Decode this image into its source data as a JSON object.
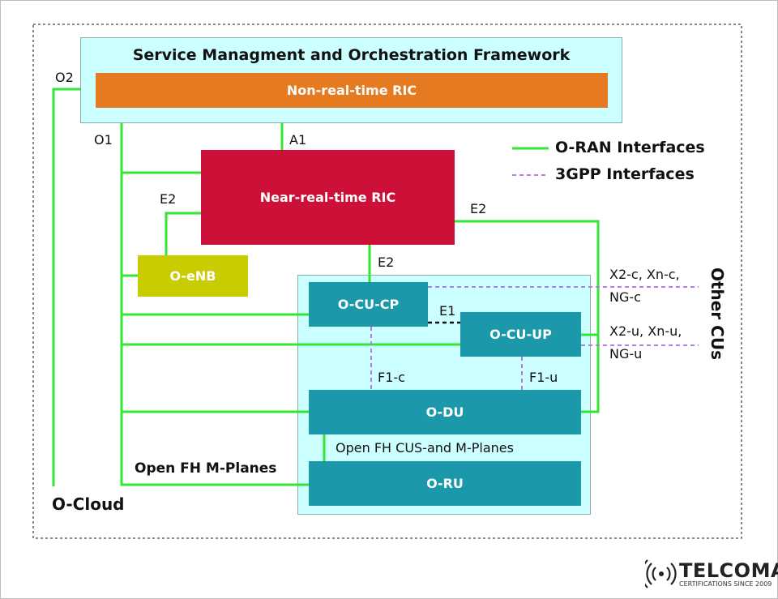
{
  "diagram": {
    "framework_title": "Service Managment and Orchestration Framework",
    "non_rt_ric": "Non-real-time RIC",
    "near_rt_ric": "Near-real-time RIC",
    "o_enb": "O-eNB",
    "o_cu_cp": "O-CU-CP",
    "o_cu_up": "O-CU-UP",
    "o_du": "O-DU",
    "o_ru": "O-RU",
    "o_cloud": "O-Cloud",
    "other_cus": "Other CUs"
  },
  "interfaces": {
    "o2": "O2",
    "o1": "O1",
    "a1": "A1",
    "e2_left": "E2",
    "e2_right": "E2",
    "e2_bottom": "E2",
    "e1": "E1",
    "f1c": "F1-c",
    "f1u": "F1-u",
    "xnc_line1": "X2-c, Xn-c,",
    "xnc_line2": "NG-c",
    "xnu_line1": "X2-u, Xn-u,",
    "xnu_line2": "NG-u",
    "open_fh_cus": "Open FH CUS-and M-Planes",
    "open_fh_m": "Open FH M-Planes"
  },
  "legend": {
    "oran": "O-RAN Interfaces",
    "threegpp": "3GPP Interfaces"
  },
  "logo": {
    "name": "TELCOMA",
    "tagline": "CERTIFICATIONS SINCE 2009"
  },
  "colors": {
    "oran_line": "#33e633",
    "threegpp_line": "#b57be6",
    "non_rt_ric": "#e57a20",
    "near_rt_ric": "#cc1038",
    "o_enb": "#c9cc00",
    "teal_box": "#1b98aa",
    "area_fill": "#ccffff"
  }
}
